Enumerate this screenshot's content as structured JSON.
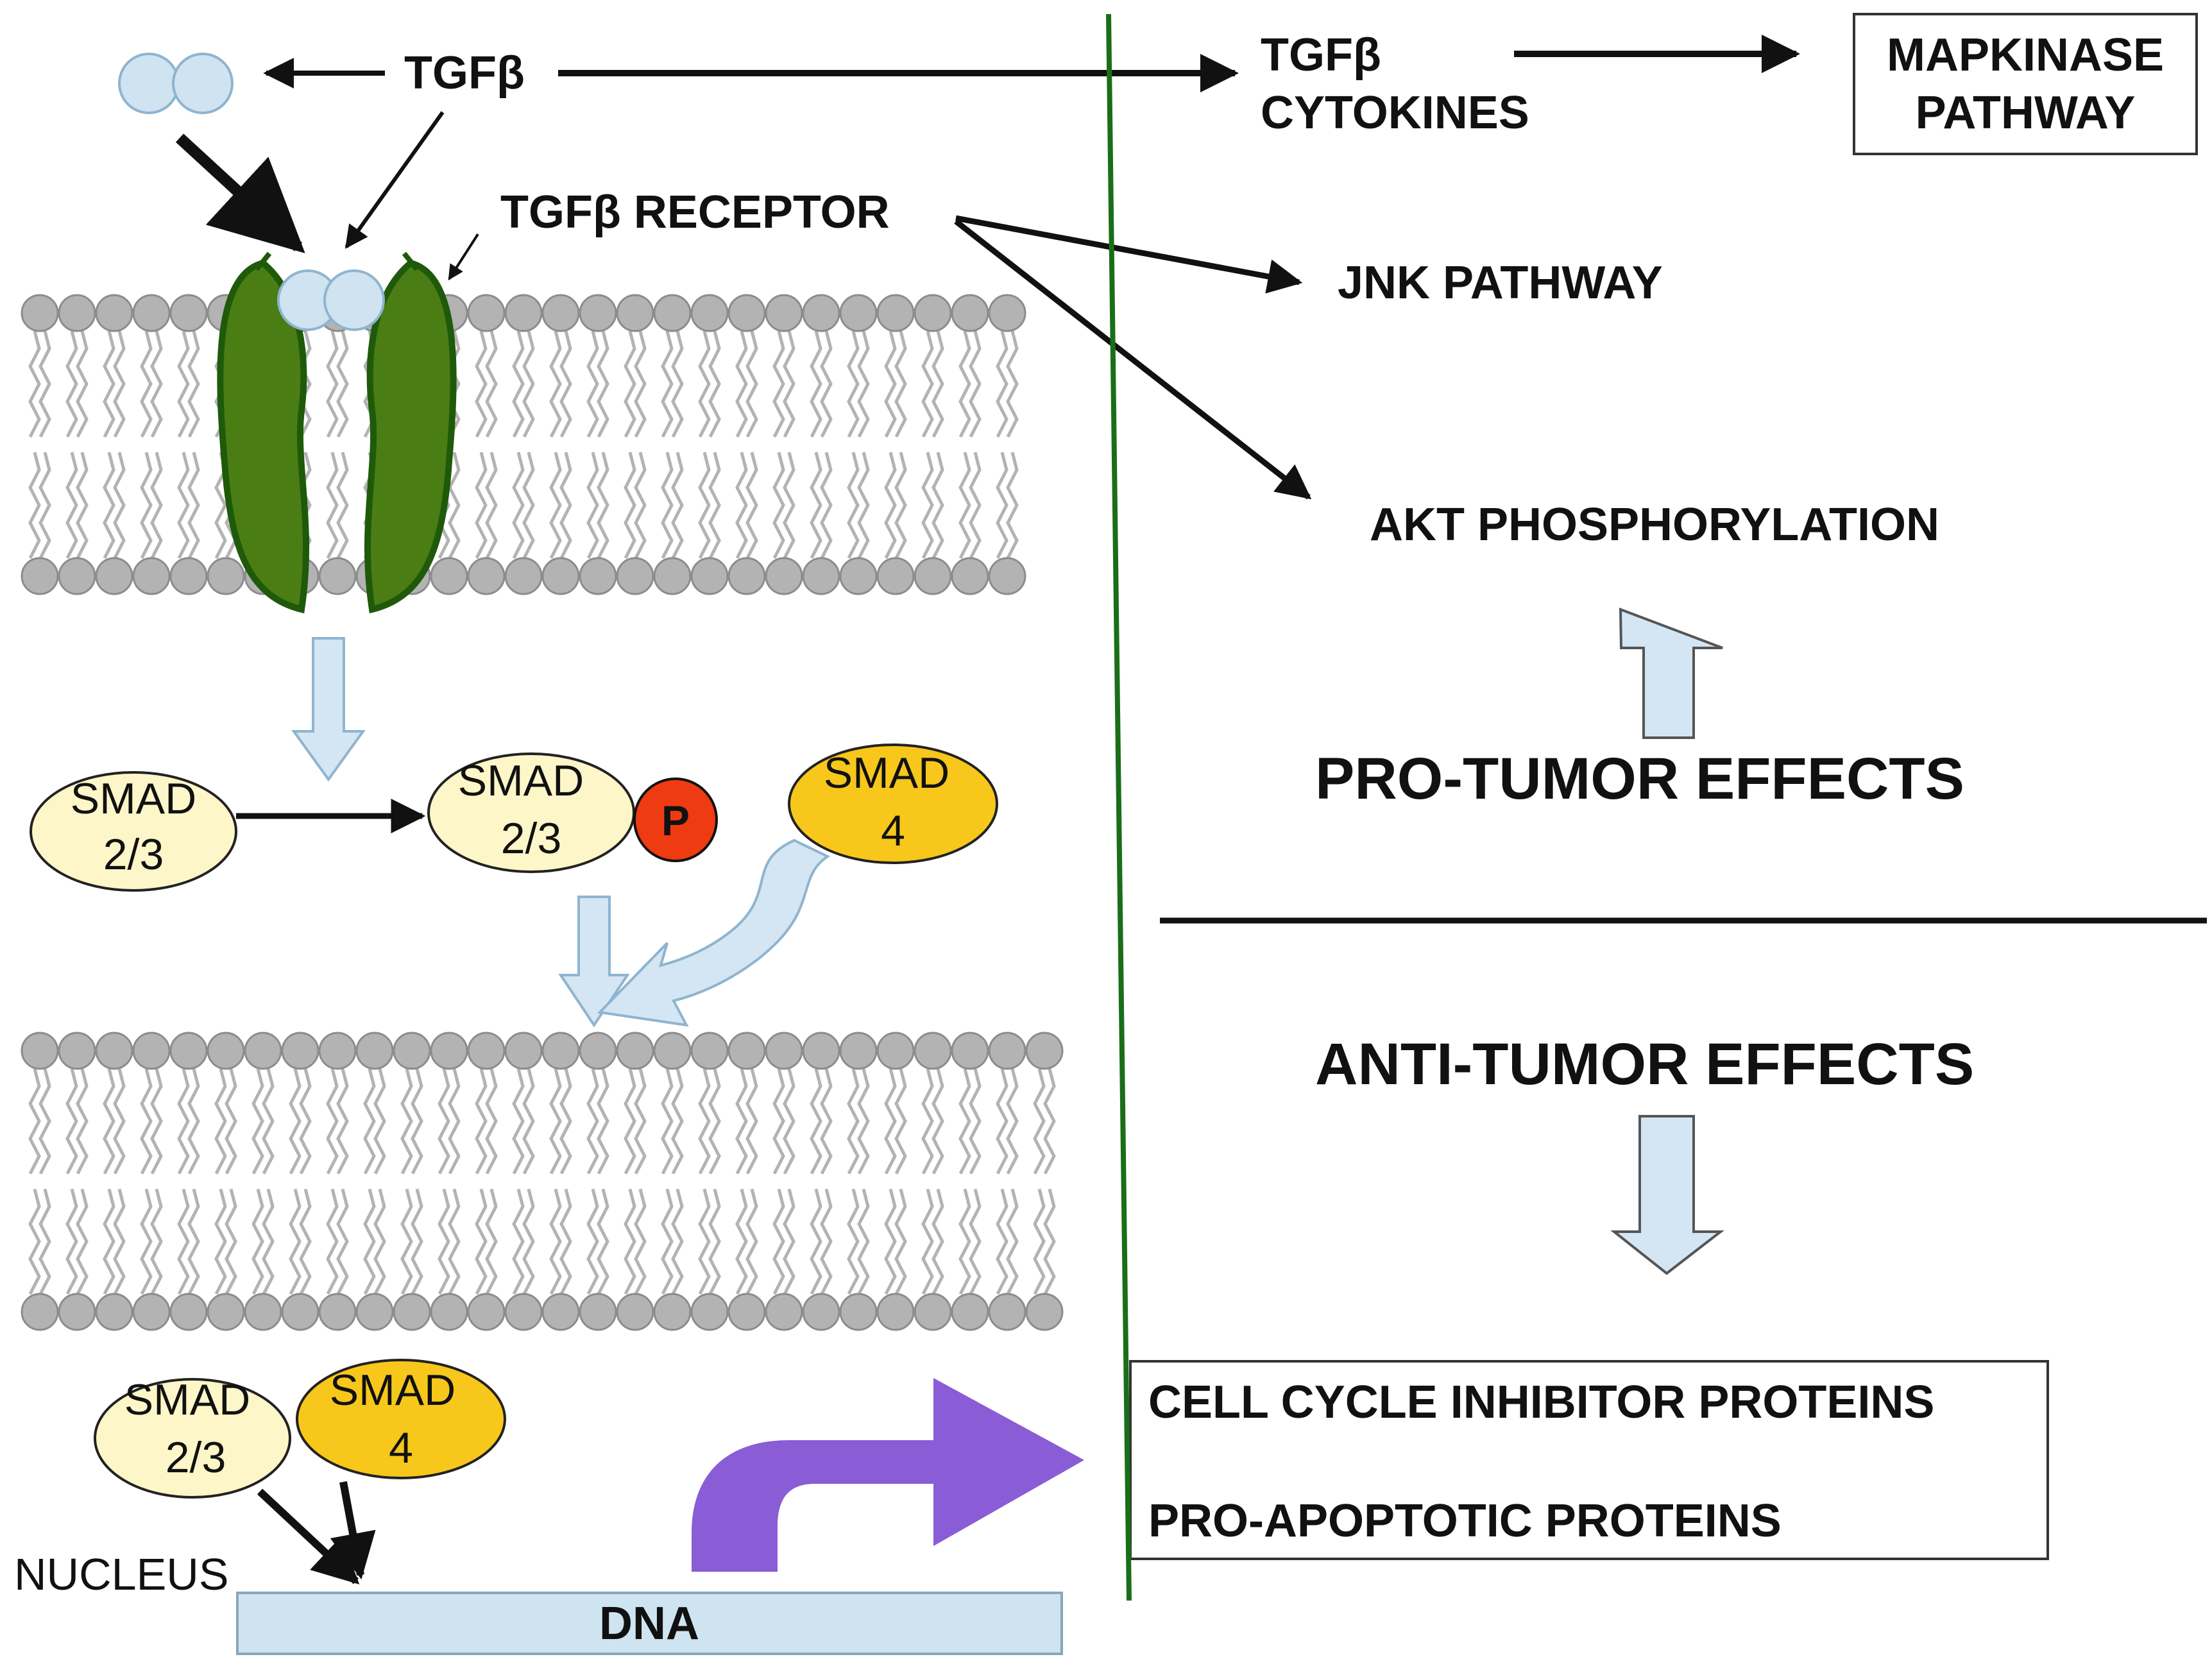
{
  "labels": {
    "tgfb_top": "TGFβ",
    "tgfb_cytokines_line1": "TGFβ",
    "tgfb_cytokines_line2": "CYTOKINES",
    "mapkinase_line1": "MAPKINASE",
    "mapkinase_line2": "PATHWAY",
    "tgfb_receptor": "TGFβ RECEPTOR",
    "jnk_pathway": "JNK PATHWAY",
    "akt_phosphorylation": "AKT PHOSPHORYLATION",
    "pro_tumor_effects": "PRO-TUMOR EFFECTS",
    "anti_tumor_effects": "ANTI-TUMOR EFFECTS",
    "cell_cycle_inhibitor": "CELL CYCLE INHIBITOR PROTEINS",
    "pro_apoptotic": "PRO-APOPTOTIC PROTEINS",
    "nucleus": "NUCLEUS",
    "dna": "DNA",
    "phospho": "P"
  },
  "smads": {
    "smad23_a": {
      "line1": "SMAD",
      "line2": "2/3"
    },
    "smad23_b": {
      "line1": "SMAD",
      "line2": "2/3"
    },
    "smad4_a": {
      "line1": "SMAD",
      "line2": "4"
    },
    "smad23_c": {
      "line1": "SMAD",
      "line2": "2/3"
    },
    "smad4_b": {
      "line1": "SMAD",
      "line2": "4"
    }
  },
  "colors": {
    "receptor_green": "#4a7d14",
    "receptor_outline": "#1f5a0a",
    "ligand_blue": "#cfe3f1",
    "light_arrow_blue": "#d4e6f4",
    "smad23_fill": "#fdf6c8",
    "smad4_fill": "#f7c71b",
    "phospho_red": "#ee3b12",
    "dna_fill": "#cfe4f1",
    "transcription_purple": "#8a5cd6",
    "divider_green": "#1a6e1a",
    "membrane_grey": "#b3b3b3"
  }
}
